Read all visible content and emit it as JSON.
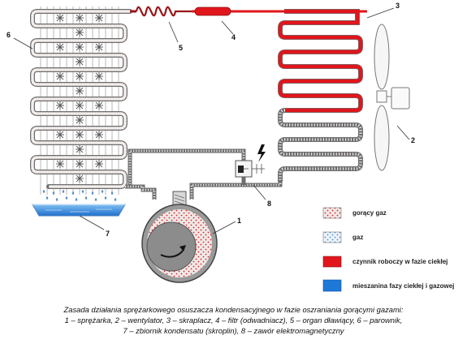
{
  "diagram": {
    "callouts": [
      "1",
      "2",
      "3",
      "4",
      "5",
      "6",
      "7",
      "8"
    ],
    "components": {
      "compressor": "sprężarka",
      "fan": "wentylator",
      "condenser": "skraplacz",
      "filter": "filtr (odwadniacz)",
      "throttle": "organ dławiący",
      "evaporator": "parownik",
      "tank": "zbiornik kondensatu (skroplin)",
      "valve": "zawór elektromagnetyczny"
    },
    "legend": [
      {
        "label": "gorący gaz",
        "swatch": "hot-gas",
        "color": "#d9242a"
      },
      {
        "label": "gaz",
        "swatch": "gas",
        "color": "#3f8fd8"
      },
      {
        "label": "czynnik roboczy w fazie ciekłej",
        "swatch": "liquid",
        "color": "#e0161c"
      },
      {
        "label": "mieszanina fazy ciekłej i gazowej",
        "swatch": "mixture",
        "color": "#1e78d8"
      }
    ],
    "colors": {
      "pipe_outline": "#6e6e6e",
      "pipe_fill": "#ece8e6",
      "liquid_red": "#e0161c",
      "dark_red": "#9a1418",
      "water_blue": "#4a9be0",
      "compressor_gray": "#8a8a8a",
      "frost_gray": "#555555"
    }
  },
  "caption": {
    "line1": "Zasada działania sprężarkowego osuszacza kondensacyjnego w fazie oszraniania gorącymi gazami:",
    "line2": "1 – sprężarka, 2 – wentylator, 3 – skraplacz, 4 – filtr (odwadniacz), 5 – organ dławiący, 6 – parownik,",
    "line3": "7 – zbiornik kondensatu (skroplin), 8 – zawór elektromagnetyczny"
  }
}
